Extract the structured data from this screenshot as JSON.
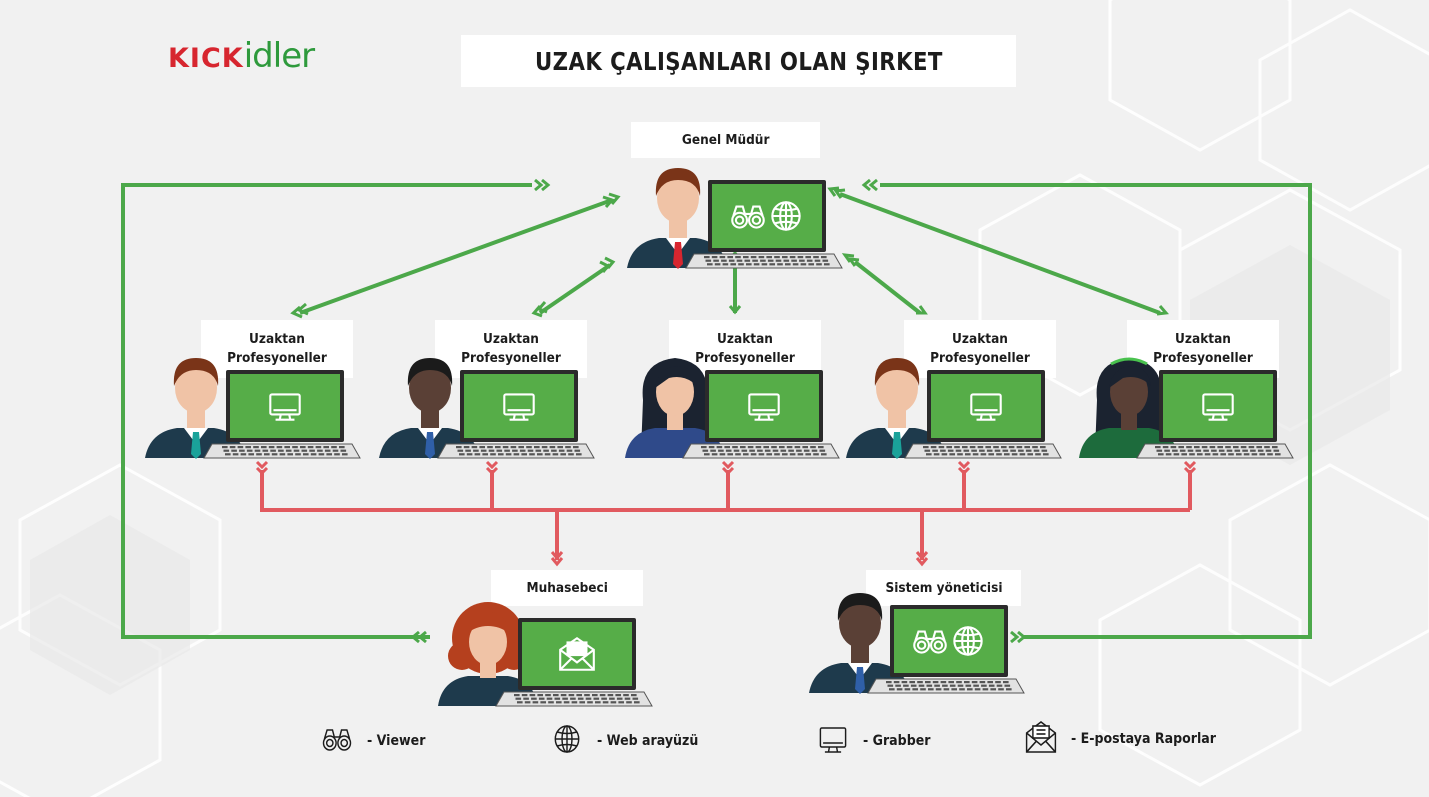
{
  "logo": {
    "part1": "KICK",
    "part2": "idler"
  },
  "title": "UZAK ÇALIŞANLARI OLAN ŞIRKET",
  "nodes": {
    "director": {
      "label": "Genel Müdür",
      "icons": [
        "binoculars-icon",
        "globe-icon"
      ]
    },
    "remote": [
      {
        "label": "Uzaktan Profesyoneller",
        "icons": [
          "monitor-icon"
        ]
      },
      {
        "label": "Uzaktan Profesyoneller",
        "icons": [
          "monitor-icon"
        ]
      },
      {
        "label": "Uzaktan Profesyoneller",
        "icons": [
          "monitor-icon"
        ]
      },
      {
        "label": "Uzaktan Profesyoneller",
        "icons": [
          "monitor-icon"
        ]
      },
      {
        "label": "Uzaktan Profesyoneller",
        "icons": [
          "monitor-icon"
        ]
      }
    ],
    "accountant": {
      "label": "Muhasebeci",
      "icons": [
        "envelope-icon"
      ]
    },
    "sysadmin": {
      "label": "Sistem yöneticisi",
      "icons": [
        "binoculars-icon",
        "globe-icon"
      ]
    }
  },
  "legend": [
    {
      "icon": "binoculars-icon",
      "label": "- Viewer"
    },
    {
      "icon": "globe-icon",
      "label": "- Web arayüzü"
    },
    {
      "icon": "monitor-icon",
      "label": "- Grabber"
    },
    {
      "icon": "envelope-icon",
      "label": "- E-postaya Raporlar"
    }
  ],
  "colors": {
    "green": "#4ca84a",
    "red": "#e15a5f",
    "screen": "#56ad48",
    "navy": "#1e3a4c"
  }
}
